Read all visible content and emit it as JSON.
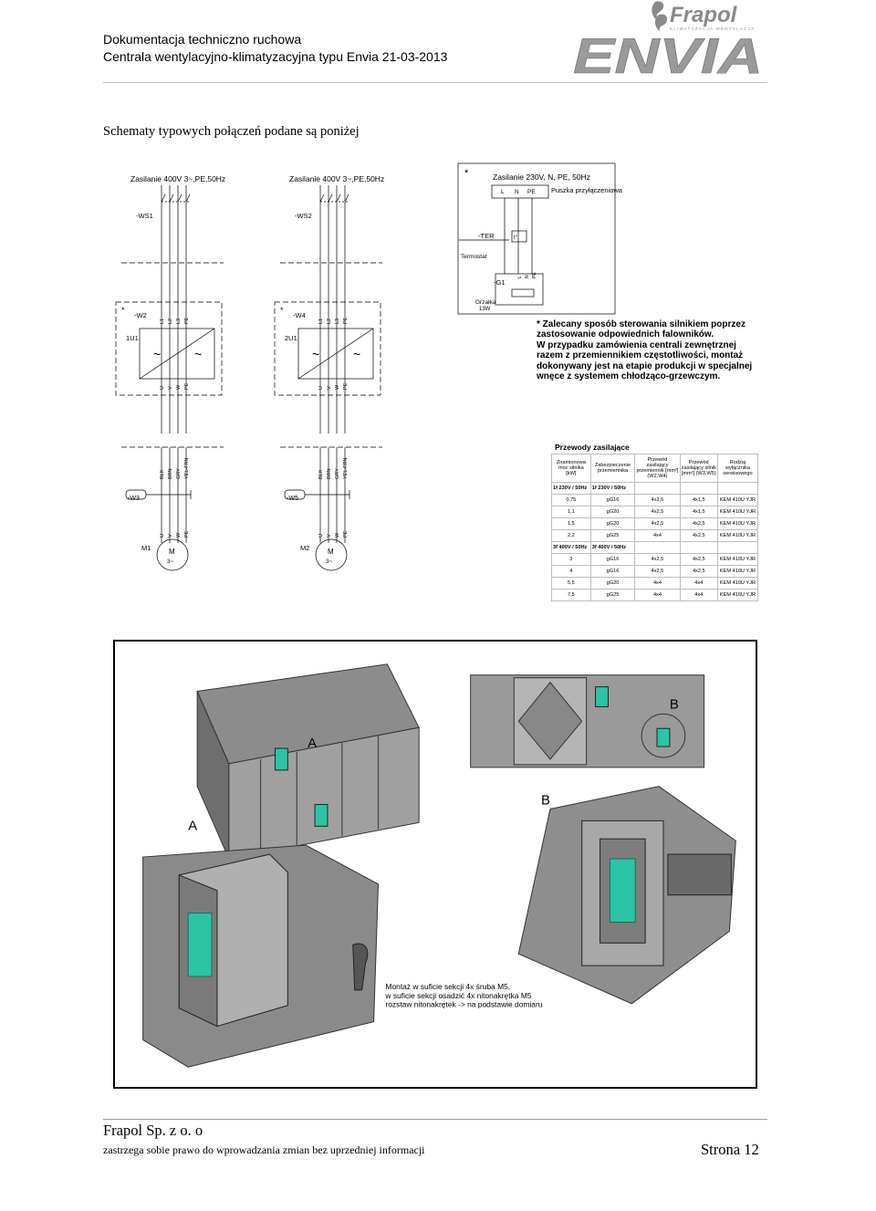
{
  "header": {
    "title_line1": "Dokumentacja techniczno ruchowa",
    "title_line2": "Centrala wentylacyjno-klimatyzacyjna typu Envia  21-03-2013",
    "logo_brand": "Frapol",
    "logo_sub": "KLIMATYZACJA WENTYLACJA",
    "logo_product": "ENVIA"
  },
  "intro": "Schematy typowych połączeń podane są poniżej",
  "schematic": {
    "supply_400v_1": "Zasilanie 400V 3~,PE,50Hz",
    "supply_400v_2": "Zasilanie 400V 3~,PE,50Hz",
    "ws1": "-WS1",
    "ws2": "-WS2",
    "w2": "-W2",
    "w4": "-W4",
    "u1": "1U1",
    "u2": "2U1",
    "w3": "-W3",
    "w5": "-W5",
    "m1": "M1",
    "m2": "M2",
    "motor": "M",
    "phase": "3~",
    "star": "*",
    "tilde": "~",
    "phases_in": [
      "L1",
      "L2",
      "L3",
      "PE"
    ],
    "phases_out": [
      "U",
      "V",
      "W",
      "PE"
    ],
    "wire_colors": [
      "BLK",
      "BRN",
      "GRY",
      "YEL-FRN"
    ],
    "supply_230v": "Zasilanie 230V, N, PE, 50Hz",
    "box": "Puszka przyłączeniowa",
    "box_terms": [
      "L",
      "N",
      "PE"
    ],
    "ter": "-TER",
    "t_symbol": "t°",
    "thermostat": "Termostat",
    "g1": "-G1",
    "heater": "Grzałka",
    "heater_power": "13W",
    "heater_terms": [
      "L",
      "N",
      "PE"
    ]
  },
  "note": {
    "line1": "* Zalecany sposób sterowania silnikiem poprzez zastosowanie odpowiednich falowników.",
    "line2": "W przypadku zamówienia centrali zewnętrznej razem z przemiennikiem częstotliwości, montaż dokonywany jest na etapie produkcji w specjalnej wnęce z systemem chłodząco-grzewczym."
  },
  "cables": {
    "title": "Przewody zasilające",
    "headers": [
      "Znamionowa moc silnika [kW]",
      "Zabezpieczenie przemiennika",
      "Przewód zasilający przemiennik [mm²] (W2,W4)",
      "Przewód zasilający silnik [mm²] (W3,W5)",
      "Rodzaj wyłącznika serwisowego"
    ],
    "section1": [
      "1f 230V / 50Hz",
      "1f 230V / 50Hz"
    ],
    "rows1": [
      [
        "0,75",
        "gG16",
        "4x2,5",
        "4x1,5",
        "KEM 410U YJR"
      ],
      [
        "1,1",
        "gG20",
        "4x2,5",
        "4x1,5",
        "KEM 410U YJR"
      ],
      [
        "1,5",
        "gG20",
        "4x2,5",
        "4x2,5",
        "KEM 410U YJR"
      ],
      [
        "2,2",
        "gG25",
        "4x4",
        "4x2,5",
        "KEM 410U YJR"
      ]
    ],
    "section2": [
      "3f 400V / 50Hz",
      "3f 400V / 50Hz"
    ],
    "rows2": [
      [
        "3",
        "gG16",
        "4x2,5",
        "4x2,5",
        "KEM 410U YJR"
      ],
      [
        "4",
        "gG16",
        "4x2,5",
        "4x2,5",
        "KEM 410U YJR"
      ],
      [
        "5,5",
        "gG20",
        "4x4",
        "4x4",
        "KEM 410U YJR"
      ],
      [
        "7,5",
        "gG25",
        "4x4",
        "4x4",
        "KEM 416U YJR"
      ]
    ]
  },
  "render": {
    "label_a1": "A",
    "label_a2": "A",
    "label_b1": "B",
    "label_b2": "B",
    "mount_line1": "Montaż w suficie sekcji 4x śruba M5,",
    "mount_line2": "w suficie sekcji osadzić 4x nitonakrętka M5",
    "mount_line3": "rozstaw nitonakrętek -> na podstawie domiaru"
  },
  "footer": {
    "company": "Frapol Sp. z o. o",
    "note": "zastrzega sobie prawo do wprowadzania zmian bez uprzedniej informacji",
    "page": "Strona 12"
  },
  "colors": {
    "teal": "#2bc4a5",
    "frame": "#5a5a5a",
    "logo_gray": "#8a8a8a"
  }
}
